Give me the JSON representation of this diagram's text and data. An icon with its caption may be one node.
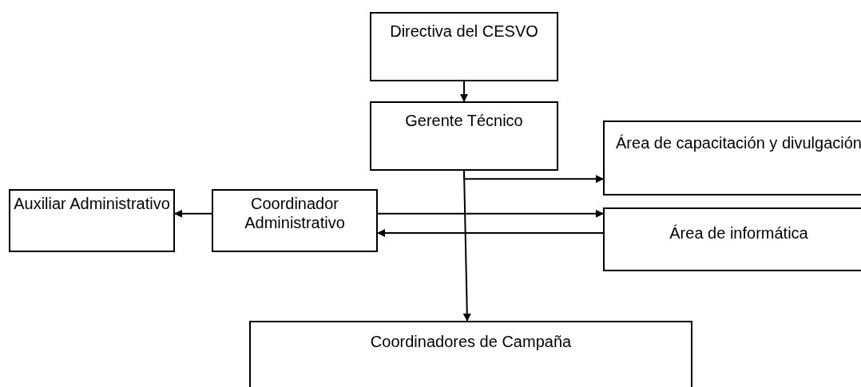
{
  "diagram": {
    "nodes": [
      {
        "text": [
          "Directiva del CESVO"
        ]
      },
      {
        "text": [
          "Gerente Técnico"
        ]
      },
      {
        "text": [
          "Área de capacitación y divulgación"
        ]
      },
      {
        "text": [
          "Auxiliar Administrativo"
        ]
      },
      {
        "text": [
          "Coordinador Administrativo"
        ]
      },
      {
        "text": [
          "Área de informática"
        ]
      },
      {
        "text": [
          "Coordinadores de Campaña"
        ]
      }
    ],
    "edges": [
      {
        "from": 0,
        "to": 1,
        "arrow": "to"
      },
      {
        "from": 1,
        "to": 2,
        "arrow": "to"
      },
      {
        "from": 1,
        "to": 6,
        "arrow": "to"
      },
      {
        "from": 4,
        "to": 3,
        "arrow": "to"
      },
      {
        "from": 4,
        "to": 5,
        "arrow": "to"
      },
      {
        "from": 5,
        "to": 4,
        "arrow": "to"
      }
    ]
  }
}
